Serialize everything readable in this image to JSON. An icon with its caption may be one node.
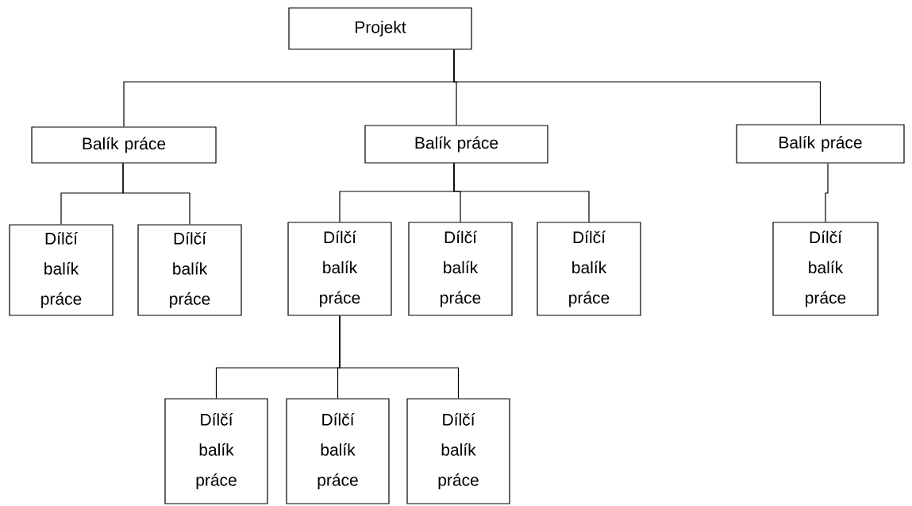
{
  "diagram": {
    "nodes": [
      {
        "text": [
          "Projekt"
        ]
      },
      {
        "text": [
          "Balík práce"
        ]
      },
      {
        "text": [
          "Balík práce"
        ]
      },
      {
        "text": [
          "Balík práce"
        ]
      },
      {
        "text": [
          "Dílčí balík práce"
        ]
      },
      {
        "text": [
          "Dílčí balík práce"
        ]
      },
      {
        "text": [
          "Dílčí balík práce"
        ]
      },
      {
        "text": [
          "Dílčí balík práce"
        ]
      },
      {
        "text": [
          "Dílčí balík práce"
        ]
      },
      {
        "text": [
          "Dílčí balík práce"
        ]
      },
      {
        "text": [
          "Dílčí balík práce"
        ]
      },
      {
        "text": [
          "Dílčí balík práce"
        ]
      },
      {
        "text": [
          "Dílčí balík práce"
        ]
      }
    ],
    "edges": [
      {
        "from": 0,
        "to": 1,
        "arrow": "none"
      },
      {
        "from": 0,
        "to": 2,
        "arrow": "none"
      },
      {
        "from": 0,
        "to": 3,
        "arrow": "none"
      },
      {
        "from": 1,
        "to": 4,
        "arrow": "none"
      },
      {
        "from": 1,
        "to": 5,
        "arrow": "none"
      },
      {
        "from": 2,
        "to": 6,
        "arrow": "none"
      },
      {
        "from": 2,
        "to": 7,
        "arrow": "none"
      },
      {
        "from": 2,
        "to": 8,
        "arrow": "none"
      },
      {
        "from": 3,
        "to": 9,
        "arrow": "none"
      },
      {
        "from": 6,
        "to": 10,
        "arrow": "none"
      },
      {
        "from": 6,
        "to": 11,
        "arrow": "none"
      },
      {
        "from": 6,
        "to": 12,
        "arrow": "none"
      }
    ]
  }
}
